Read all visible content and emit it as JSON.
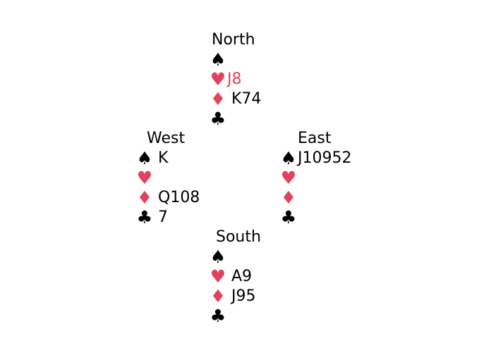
{
  "colors": {
    "red_suit": "#e0435d",
    "black_suit": "#000000",
    "background": "#ffffff"
  },
  "suit_symbols": {
    "spades": "♠",
    "hearts": "♥",
    "diamonds": "♦",
    "clubs": "♣"
  },
  "hands": {
    "north": {
      "label": "North",
      "spades": "",
      "hearts": "J8",
      "diamonds": "K74",
      "clubs": ""
    },
    "west": {
      "label": "West",
      "spades": "K",
      "hearts": "",
      "diamonds": "Q108",
      "clubs": "7"
    },
    "east": {
      "label": "East",
      "spades": "J10952",
      "hearts": "",
      "diamonds": "",
      "clubs": ""
    },
    "south": {
      "label": "South",
      "spades": "",
      "hearts": "A9",
      "diamonds": "J95",
      "clubs": ""
    }
  }
}
